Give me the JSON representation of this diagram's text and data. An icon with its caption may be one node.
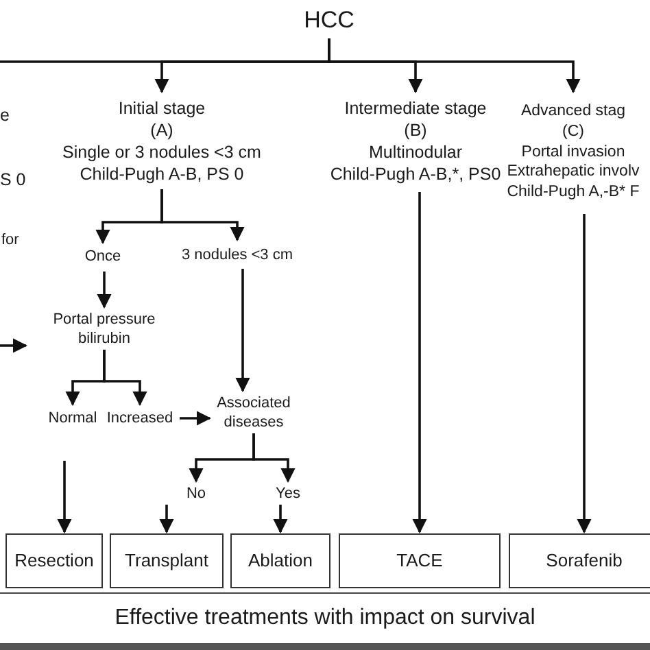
{
  "diagram": {
    "nodes": [
      {
        "text": [
          "HCC"
        ]
      },
      {
        "text": [
          "Initial stage",
          "(A)",
          "Single or 3 nodules <3 cm",
          "Child-Pugh A-B, PS 0"
        ]
      },
      {
        "text": [
          "Intermediate stage",
          "(B)",
          "Multinodular",
          "Child-Pugh A-B,*, PS0"
        ]
      },
      {
        "text": [
          "Advanced stag",
          "(C)",
          "Portal invasion",
          "Extrahepatic involv",
          "Child-Pugh A,-B* F"
        ]
      },
      {
        "text": [
          "Once"
        ]
      },
      {
        "text": [
          "3 nodules <3 cm"
        ]
      },
      {
        "text": [
          "Portal pressure bilirubin"
        ]
      },
      {
        "text": [
          "Normal"
        ]
      },
      {
        "text": [
          "Increased"
        ]
      },
      {
        "text": [
          "Associated diseases"
        ]
      },
      {
        "text": [
          "No"
        ]
      },
      {
        "text": [
          "Yes"
        ]
      },
      {
        "text": [
          "Resection"
        ]
      },
      {
        "text": [
          "Transplant"
        ]
      },
      {
        "text": [
          "Ablation"
        ]
      },
      {
        "text": [
          "TACE"
        ]
      },
      {
        "text": [
          "Sorafenib"
        ]
      },
      {
        "text": [
          "Effective treatments with impact on survival"
        ]
      }
    ],
    "edges": [
      {
        "from": 0,
        "to": 1,
        "arrow": "to"
      },
      {
        "from": 0,
        "to": 2,
        "arrow": "to"
      },
      {
        "from": 0,
        "to": 3,
        "arrow": "to"
      },
      {
        "from": 0,
        "to": null,
        "arrow": "none"
      },
      {
        "from": 1,
        "to": 4,
        "arrow": "to"
      },
      {
        "from": 1,
        "to": 5,
        "arrow": "to"
      },
      {
        "from": 4,
        "to": 6,
        "arrow": "to"
      },
      {
        "from": null,
        "to": 6,
        "arrow": "to"
      },
      {
        "from": 6,
        "to": 7,
        "arrow": "to"
      },
      {
        "from": 6,
        "to": 8,
        "arrow": "to"
      },
      {
        "from": 5,
        "to": 9,
        "arrow": "to"
      },
      {
        "from": 8,
        "to": 9,
        "arrow": "to"
      },
      {
        "from": 9,
        "to": 10,
        "arrow": "to"
      },
      {
        "from": 9,
        "to": 11,
        "arrow": "to"
      },
      {
        "from": 7,
        "to": 12,
        "arrow": "to"
      },
      {
        "from": 10,
        "to": 13,
        "arrow": "to"
      },
      {
        "from": 11,
        "to": 14,
        "arrow": "to"
      },
      {
        "from": 2,
        "to": 15,
        "arrow": "to"
      },
      {
        "from": 3,
        "to": 16,
        "arrow": "to"
      }
    ],
    "labels": [
      "e",
      "S 0",
      "for"
    ]
  }
}
